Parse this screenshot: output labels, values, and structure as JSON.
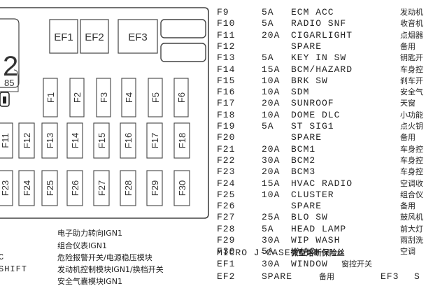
{
  "fuse_box": {
    "ef_labels": [
      "EF1",
      "EF2",
      "EF3"
    ],
    "partial_label": "2",
    "relay_number": "85",
    "row1_labels": [
      "F1",
      "F2",
      "F3",
      "F4",
      "F5",
      "F6"
    ],
    "row2_labels": [
      "F11",
      "F12",
      "F13",
      "F14",
      "F15",
      "F16",
      "F17",
      "F18"
    ],
    "row3_labels": [
      "F23",
      "F24",
      "F25",
      "F26",
      "F27",
      "F28",
      "F29",
      "F30"
    ]
  },
  "fuse_table": [
    {
      "id": "F9",
      "amp": "5A",
      "name": "ECM ACC",
      "cn": "发动机"
    },
    {
      "id": "F10",
      "amp": "5A",
      "name": "RADIO SNF",
      "cn": "收音机"
    },
    {
      "id": "F11",
      "amp": "20A",
      "name": "CIGARLIGHT",
      "cn": "点烟器"
    },
    {
      "id": "F12",
      "amp": "",
      "name": "SPARE",
      "cn": "备用"
    },
    {
      "id": "F13",
      "amp": "5A",
      "name": "KEY IN SW",
      "cn": "钥匙开"
    },
    {
      "id": "F14",
      "amp": "15A",
      "name": "BCM/HAZARD",
      "cn": "车身控"
    },
    {
      "id": "F15",
      "amp": "10A",
      "name": "BRK SW",
      "cn": "刹车开"
    },
    {
      "id": "F16",
      "amp": "10A",
      "name": "SDM",
      "cn": "安全气"
    },
    {
      "id": "F17",
      "amp": "20A",
      "name": "SUNROOF",
      "cn": "天窗"
    },
    {
      "id": "F18",
      "amp": "10A",
      "name": "DOME DLC",
      "cn": "小功能"
    },
    {
      "id": "F19",
      "amp": "5A",
      "name": "ST SIG1",
      "cn": "点火钥"
    },
    {
      "id": "F20",
      "amp": "",
      "name": "SPARE",
      "cn": "备用"
    },
    {
      "id": "F21",
      "amp": "20A",
      "name": "BCM1",
      "cn": "车身控"
    },
    {
      "id": "F22",
      "amp": "30A",
      "name": "BCM2",
      "cn": "车身控"
    },
    {
      "id": "F23",
      "amp": "20A",
      "name": "BCM3",
      "cn": "车身控"
    },
    {
      "id": "F24",
      "amp": "15A",
      "name": "HVAC RADIO",
      "cn": "空调收"
    },
    {
      "id": "F25",
      "amp": "10A",
      "name": "CLUSTER",
      "cn": "组合仪"
    },
    {
      "id": "F26",
      "amp": "",
      "name": "SPARE",
      "cn": "备用"
    },
    {
      "id": "F27",
      "amp": "25A",
      "name": "BLO SW",
      "cn": "鼓风机"
    },
    {
      "id": "F28",
      "amp": "5A",
      "name": "HEAD LAMP",
      "cn": "前大灯"
    },
    {
      "id": "F29",
      "amp": "30A",
      "name": "WIP WASH",
      "cn": "雨刮洗"
    },
    {
      "id": "F30",
      "amp": "5A",
      "name": "HVAC",
      "cn": "空调"
    }
  ],
  "micro_heading": {
    "code": "MICRO J-CASE",
    "cn": "微型熔断保险丝"
  },
  "ef_rows": [
    {
      "id": "EF1",
      "amp": "30A",
      "name": "WINDOW",
      "cn": "窗控开关"
    },
    {
      "id": "EF2",
      "amp": "",
      "name": "SPARE",
      "cn": "备用",
      "next_id": "EF3",
      "next_partial": "S"
    }
  ],
  "left_codes": [
    "C",
    "SHIFT"
  ],
  "left_notes": [
    "电子助力转向IGN1",
    "组合仪表IGN1",
    "危险报警开关/电源稳压模块",
    "发动机控制模块IGN1/换档开关",
    "安全气囊模块IGN1"
  ]
}
